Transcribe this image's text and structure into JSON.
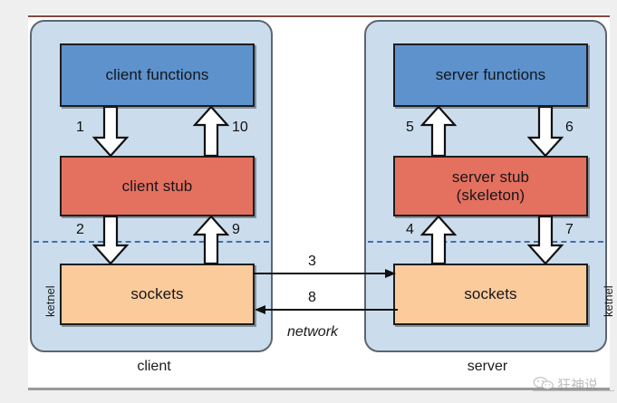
{
  "diagram": {
    "title": "RPC client-server stub and sockets call flow",
    "colors": {
      "panel": "#cbdded",
      "functions": "#5d92cd",
      "stub": "#e4705f",
      "sockets": "#fbcb9c",
      "dashed_separator": "#3f6fae",
      "arrow_fill": "#ffffff",
      "arrow_stroke": "#111111",
      "top_rule": "#7d4a42",
      "bottom_rule": "#9a9a9a"
    },
    "client": {
      "caption": "client",
      "kernel_label": "ketnel",
      "blocks": {
        "functions": "client functions",
        "stub": "client stub",
        "sockets": "sockets"
      },
      "steps": {
        "functions_to_stub": "1",
        "stub_to_functions": "10",
        "stub_to_sockets": "2",
        "sockets_to_stub": "9"
      }
    },
    "server": {
      "caption": "server",
      "kernel_label": "ketnel",
      "blocks": {
        "functions": "server functions",
        "stub_line1": "server stub",
        "stub_line2": "(skeleton)",
        "sockets": "sockets"
      },
      "steps": {
        "stub_to_functions": "5",
        "functions_to_stub": "6",
        "sockets_to_stub": "4",
        "stub_to_sockets": "7"
      }
    },
    "network": {
      "label": "network",
      "request_step": "3",
      "reply_step": "8"
    },
    "watermark": {
      "text": "狂神说",
      "icon": "wechat-icon"
    }
  }
}
